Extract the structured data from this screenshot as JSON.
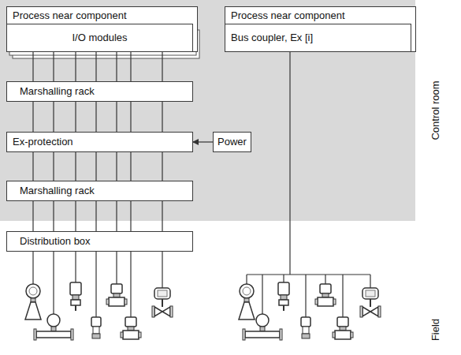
{
  "diagram": {
    "nodes": [
      {
        "text": [
          "Process near component"
        ]
      },
      {
        "text": [
          "I/O modules"
        ],
        "in": 0
      },
      {
        "text": [
          "Marshalling rack"
        ]
      },
      {
        "text": [
          "Ex-protection"
        ]
      },
      {
        "text": [
          "Power"
        ]
      },
      {
        "text": [
          "Marshalling rack"
        ]
      },
      {
        "text": [
          "Distribution box"
        ]
      },
      {
        "text": [
          "Process near component"
        ]
      },
      {
        "text": [
          "Bus coupler, Ex [i]"
        ],
        "in": 7
      }
    ],
    "edges": [
      {
        "from": 1,
        "to": 2,
        "arrow": "none"
      },
      {
        "from": 1,
        "to": 2,
        "arrow": "none"
      },
      {
        "from": 1,
        "to": 2,
        "arrow": "none"
      },
      {
        "from": 1,
        "to": 2,
        "arrow": "none"
      },
      {
        "from": 1,
        "to": 2,
        "arrow": "none"
      },
      {
        "from": 1,
        "to": 2,
        "arrow": "none"
      },
      {
        "from": 1,
        "to": 2,
        "arrow": "none"
      },
      {
        "from": 2,
        "to": 3,
        "arrow": "none"
      },
      {
        "from": 2,
        "to": 3,
        "arrow": "none"
      },
      {
        "from": 2,
        "to": 3,
        "arrow": "none"
      },
      {
        "from": 2,
        "to": 3,
        "arrow": "none"
      },
      {
        "from": 2,
        "to": 3,
        "arrow": "none"
      },
      {
        "from": 2,
        "to": 3,
        "arrow": "none"
      },
      {
        "from": 2,
        "to": 3,
        "arrow": "none"
      },
      {
        "from": 3,
        "to": 5,
        "arrow": "none"
      },
      {
        "from": 3,
        "to": 5,
        "arrow": "none"
      },
      {
        "from": 3,
        "to": 5,
        "arrow": "none"
      },
      {
        "from": 3,
        "to": 5,
        "arrow": "none"
      },
      {
        "from": 3,
        "to": 5,
        "arrow": "none"
      },
      {
        "from": 3,
        "to": 5,
        "arrow": "none"
      },
      {
        "from": 3,
        "to": 5,
        "arrow": "none"
      },
      {
        "from": 5,
        "to": 6,
        "arrow": "none"
      },
      {
        "from": 5,
        "to": 6,
        "arrow": "none"
      },
      {
        "from": 5,
        "to": 6,
        "arrow": "none"
      },
      {
        "from": 5,
        "to": 6,
        "arrow": "none"
      },
      {
        "from": 5,
        "to": 6,
        "arrow": "none"
      },
      {
        "from": 5,
        "to": 6,
        "arrow": "none"
      },
      {
        "from": 5,
        "to": 6,
        "arrow": "none"
      },
      {
        "from": 4,
        "to": 3,
        "arrow": "to"
      }
    ],
    "labels": [
      "Control room",
      "Field"
    ]
  }
}
